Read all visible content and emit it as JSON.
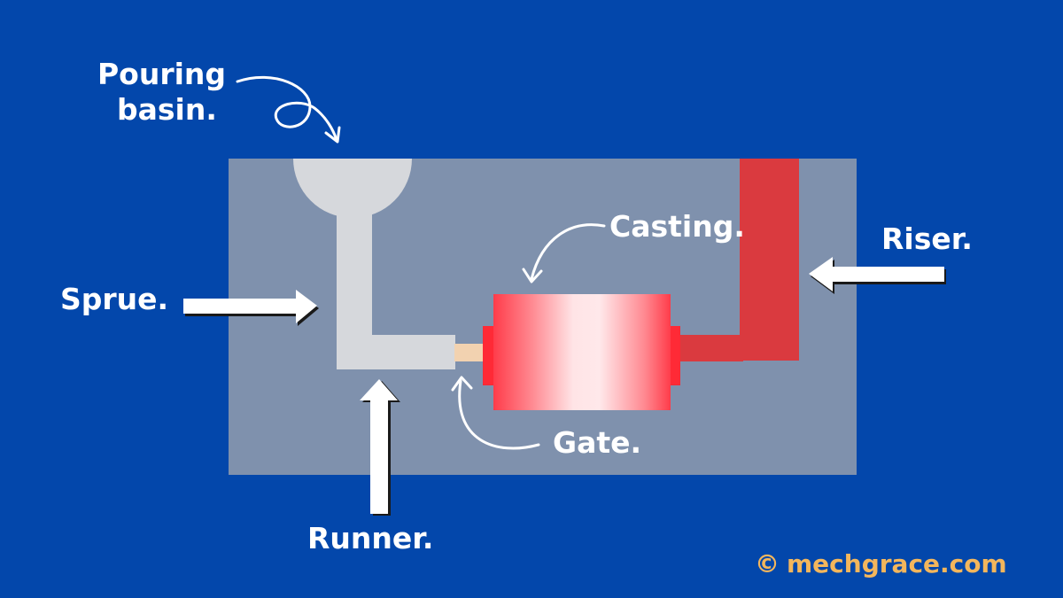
{
  "labels": {
    "pouring_basin_line1": "Pouring",
    "pouring_basin_line2": "basin.",
    "sprue": "Sprue.",
    "runner": "Runner.",
    "casting": "Casting.",
    "gate": "Gate.",
    "riser": "Riser."
  },
  "footer": {
    "symbol": "©",
    "site": "mechgrace.com"
  },
  "colors": {
    "background": "#0347AB",
    "mold": "#7F91AD",
    "channel": "#D6D8DC",
    "gate": "#F2D2B0",
    "casting": "#FF6B73",
    "riser": "#DA3A3F",
    "label": "#FFFFFF",
    "footer": "#F3B65C"
  }
}
